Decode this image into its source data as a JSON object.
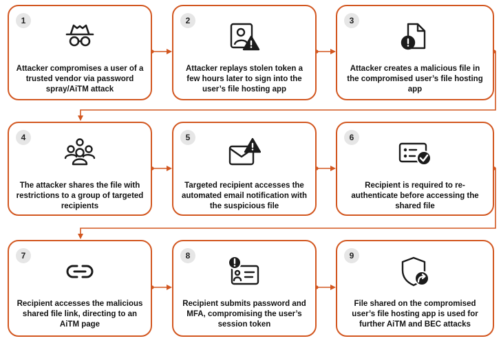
{
  "accent_color": "#d2561f",
  "badge_color": "#e6e6e6",
  "steps": [
    {
      "number": "1",
      "icon": "spy-incognito-icon",
      "text": "Attacker compromises a user of a trusted vendor via password spray/AiTM attack"
    },
    {
      "number": "2",
      "icon": "image-warning-icon",
      "text": "Attacker replays stolen token a few hours later to sign into the user’s file hosting app"
    },
    {
      "number": "3",
      "icon": "file-alert-icon",
      "text": "Attacker creates a malicious file in the compromised user’s file hosting app"
    },
    {
      "number": "4",
      "icon": "people-group-icon",
      "text": "The attacker shares the file with restrictions to a group of targeted recipients"
    },
    {
      "number": "5",
      "icon": "mail-warning-icon",
      "text": "Targeted recipient accesses the automated email notification with the suspicious file"
    },
    {
      "number": "6",
      "icon": "id-card-checkmark-icon",
      "text": "Recipient is required to re-authenticate before accessing the shared file"
    },
    {
      "number": "7",
      "icon": "link-icon",
      "text": "Recipient accesses the malicious shared file link, directing to an AiTM page"
    },
    {
      "number": "8",
      "icon": "id-card-alert-icon",
      "text": "Recipient submits password and MFA, compromising the user’s session token"
    },
    {
      "number": "9",
      "icon": "shield-share-icon",
      "text": "File shared on the compromised user’s file hosting app is used for further AiTM and BEC attacks"
    }
  ]
}
